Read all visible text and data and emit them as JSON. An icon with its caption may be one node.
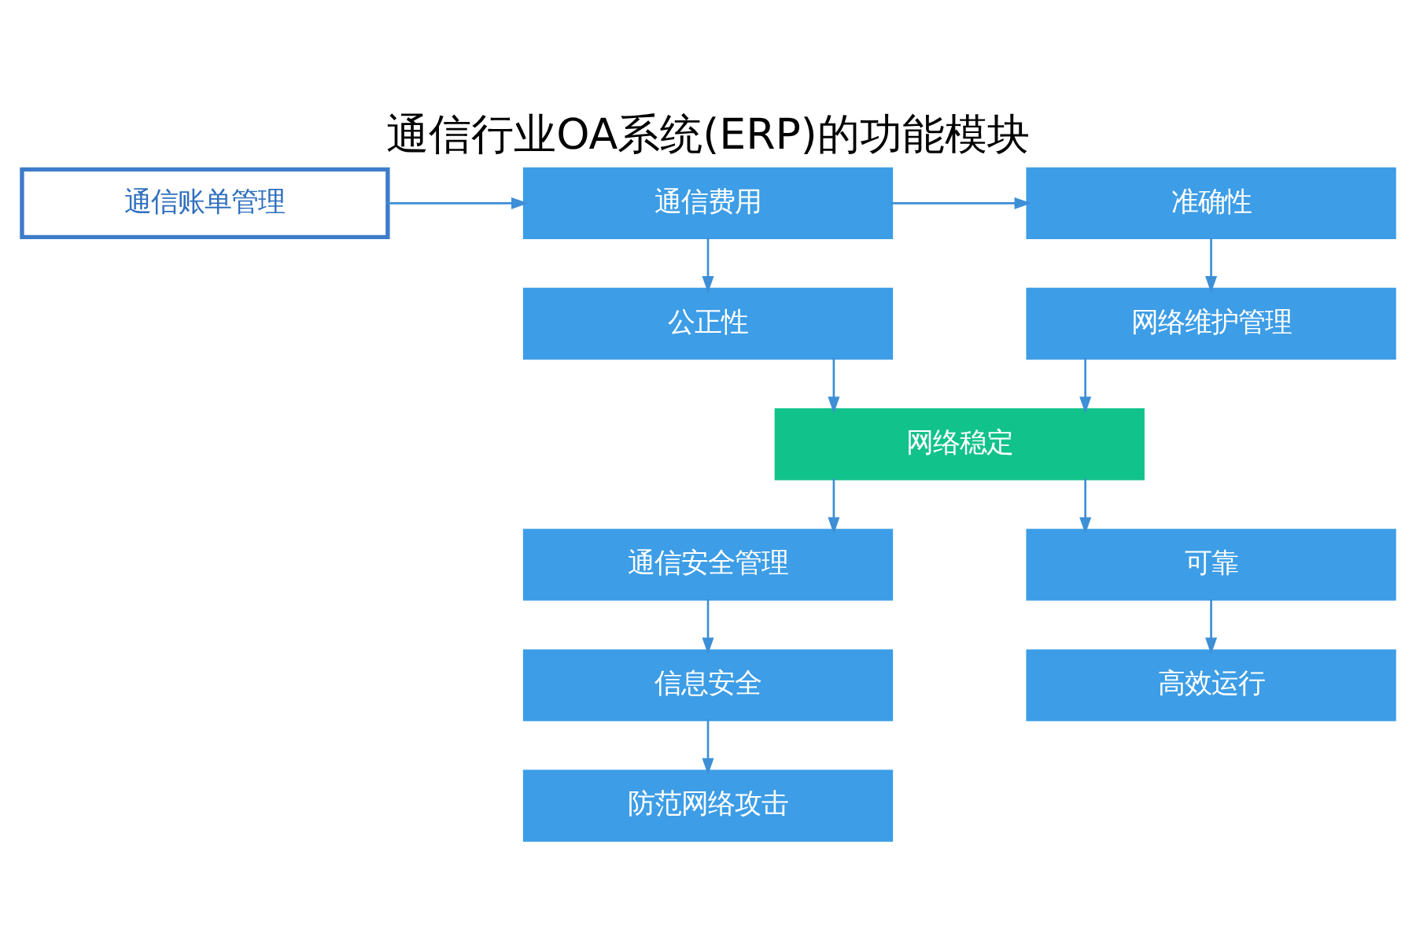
{
  "diagram": {
    "title": "通信行业OA系统(ERP)的功能模块",
    "nodes": [
      {
        "text": [
          "通信账单管理"
        ]
      },
      {
        "text": [
          "通信费用"
        ]
      },
      {
        "text": [
          "公正性"
        ]
      },
      {
        "text": [
          "准确性"
        ]
      },
      {
        "text": [
          "网络维护管理"
        ]
      },
      {
        "text": [
          "网络稳定"
        ]
      },
      {
        "text": [
          "通信安全管理"
        ]
      },
      {
        "text": [
          "信息安全"
        ]
      },
      {
        "text": [
          "防范网络攻击"
        ]
      },
      {
        "text": [
          "可靠"
        ]
      },
      {
        "text": [
          "高效运行"
        ]
      }
    ],
    "edges": [
      {
        "from": 0,
        "to": 1,
        "arrow": "to"
      },
      {
        "from": 1,
        "to": 3,
        "arrow": "to"
      },
      {
        "from": 1,
        "to": 2,
        "arrow": "to"
      },
      {
        "from": 3,
        "to": 4,
        "arrow": "to"
      },
      {
        "from": 2,
        "to": 5,
        "arrow": "to"
      },
      {
        "from": 4,
        "to": 5,
        "arrow": "to"
      },
      {
        "from": 5,
        "to": 6,
        "arrow": "to"
      },
      {
        "from": 5,
        "to": 9,
        "arrow": "to"
      },
      {
        "from": 6,
        "to": 7,
        "arrow": "to"
      },
      {
        "from": 7,
        "to": 8,
        "arrow": "to"
      },
      {
        "from": 9,
        "to": 10,
        "arrow": "to"
      }
    ]
  }
}
